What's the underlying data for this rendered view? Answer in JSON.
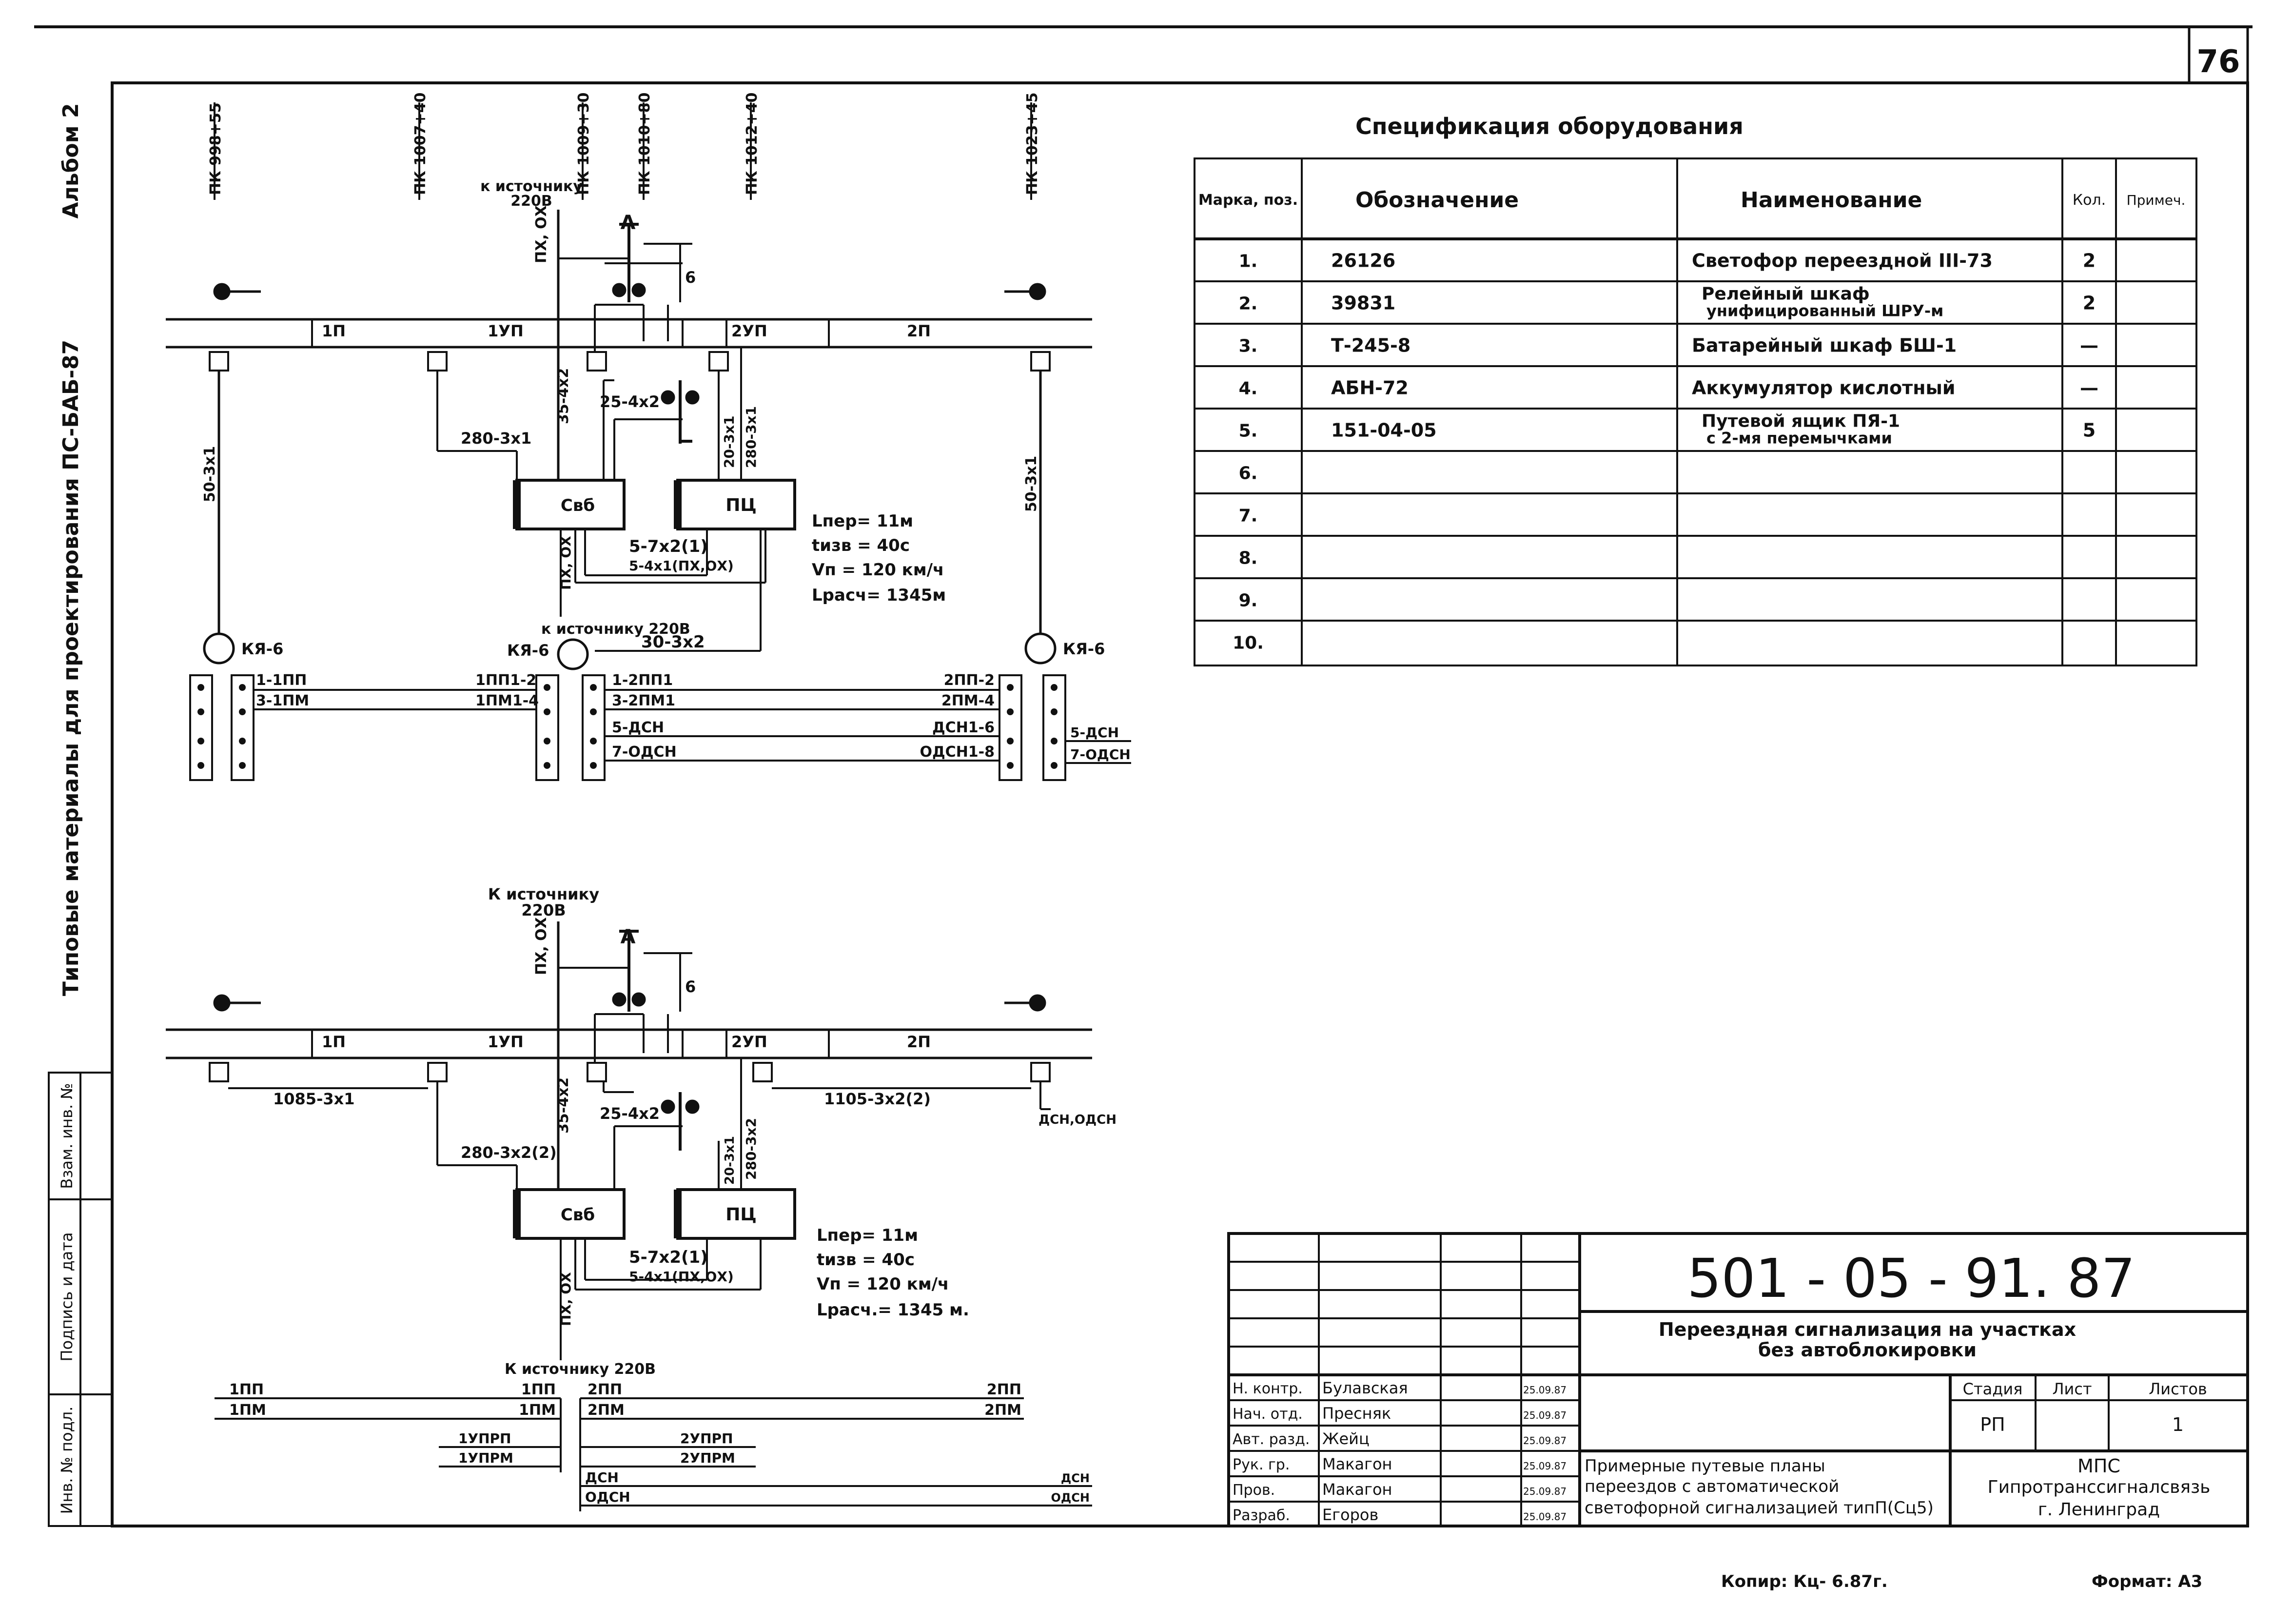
{
  "page_number": "76",
  "side_binding": {
    "album": "Альбом 2",
    "series": "Типовые материалы для проектирования ПС-БАБ-87",
    "stamp_cells": [
      "Взам. инв. №",
      "Подпись и дата",
      "Инв. № подл."
    ]
  },
  "spec": {
    "title": "Спецификация оборудования",
    "headers": [
      "Марка, поз.",
      "Обозначение",
      "Наименование",
      "Кол.",
      "Примеч."
    ],
    "rows": [
      {
        "pos": "1.",
        "code": "26126",
        "name": [
          "Светофор переездной III-73"
        ],
        "qty": "2",
        "note": ""
      },
      {
        "pos": "2.",
        "code": "39831",
        "name": [
          "Релейный шкаф",
          "унифицированный ШРУ-м"
        ],
        "qty": "2",
        "note": ""
      },
      {
        "pos": "3.",
        "code": "Т-245-8",
        "name": [
          "Батарейный шкаф БШ-1"
        ],
        "qty": "—",
        "note": ""
      },
      {
        "pos": "4.",
        "code": "АБН-72",
        "name": [
          "Аккумулятор кислотный"
        ],
        "qty": "—",
        "note": ""
      },
      {
        "pos": "5.",
        "code": "151-04-05",
        "name": [
          "Путевой ящик ПЯ-1",
          "с 2-мя перемычками"
        ],
        "qty": "5",
        "note": ""
      },
      {
        "pos": "6.",
        "code": "",
        "name": [
          ""
        ],
        "qty": "",
        "note": ""
      },
      {
        "pos": "7.",
        "code": "",
        "name": [
          ""
        ],
        "qty": "",
        "note": ""
      },
      {
        "pos": "8.",
        "code": "",
        "name": [
          ""
        ],
        "qty": "",
        "note": ""
      },
      {
        "pos": "9.",
        "code": "",
        "name": [
          ""
        ],
        "qty": "",
        "note": ""
      },
      {
        "pos": "10.",
        "code": "",
        "name": [
          ""
        ],
        "qty": "",
        "note": ""
      }
    ]
  },
  "top": {
    "pickets": [
      "ПК 998+55",
      "ПК 1007+40",
      "ПК 1009+30",
      "ПК 1010+80",
      "ПК 1012+40",
      "ПК 1023+45"
    ],
    "source_label_1": "к источнику",
    "source_label_2": "220В",
    "signal_label": "А",
    "signal_dist": "6",
    "vertical_cable_1": "ПХ, ОХ",
    "vertical_cable_2": "35-4х2",
    "sections": [
      "1П",
      "1УП",
      "2УП",
      "2П"
    ],
    "cable_25_4x2": "25-4х2",
    "cable_20_3x1": "20-3х1",
    "cable_280_3x1v": "280-3х1",
    "cable_280_3x1h": "280-3х1",
    "cable_50_left": "50-3х1",
    "cable_50_right": "50-3х1",
    "box_ssb": "Свб",
    "box_pc": "ПЦ",
    "cable_5_7x2": "5-7х2(1)",
    "cable_5_4x1": "5-4х1(ПХ,ОХ)",
    "cable_px_ox": "ПХ, ОХ",
    "params": [
      "Lпер= 11м",
      "tизв = 40с",
      "Vп = 120 км/ч",
      "Lрасч= 1345м"
    ],
    "source_bottom": "к источнику 220В",
    "cable_30_3x2": "30-3х2",
    "kya_labels": [
      "КЯ-6",
      "КЯ-6",
      "КЯ-6"
    ],
    "wires_left": [
      "1-1ПП",
      "3-1ПМ"
    ],
    "wires_mid_left": [
      "1ПП1-2",
      "1ПМ1-4"
    ],
    "wires_mid_right": [
      "1-2ПП1",
      "3-2ПМ1",
      "5-ДСН",
      "7-ОДСН"
    ],
    "wires_right": [
      "2ПП-2",
      "2ПМ-4",
      "ДСН1-6",
      "ОДСН1-8"
    ],
    "wires_far_right": [
      "5-ДСН",
      "7-ОДСН"
    ]
  },
  "bottom": {
    "source_label_1": "К источнику",
    "source_label_2": "220В",
    "signal_label": "А",
    "signal_dist": "6",
    "vertical_cable_1": "ПХ, ОХ",
    "vertical_cable_2": "35-4х2",
    "sections": [
      "1П",
      "1УП",
      "2УП",
      "2П"
    ],
    "cable_1085": "1085-3х1",
    "cable_1105": "1105-3х2(2)",
    "dsn_label": "ДСН,ОДСН",
    "cable_280_3x2": "280-3х2(2)",
    "cable_280_3x2v": "280-3х2",
    "cable_25_4x2": "25-4х2",
    "cable_20_3x1": "20-3х1",
    "box_ssb": "Свб",
    "box_pc": "ПЦ",
    "cable_5_7x2": "5-7х2(1)",
    "cable_5_4x1": "5-4х1(ПХ,ОХ)",
    "cable_px_ox": "ПХ, ОХ",
    "params": [
      "Lпер= 11м",
      "tизв = 40с",
      "Vп = 120 км/ч",
      "Lрасч.= 1345 м."
    ],
    "source_bottom": "К источнику 220В",
    "rails_left": [
      "1ПП",
      "1ПМ"
    ],
    "rails_left_end": [
      "1ПП",
      "1ПМ"
    ],
    "rails_mid": [
      "1УПРП",
      "1УПРМ"
    ],
    "rails_right_start": [
      "2ПП",
      "2ПМ"
    ],
    "rails_right_end": [
      "2ПП",
      "2ПМ"
    ],
    "rails_2up": [
      "2УПРП",
      "2УПРМ"
    ],
    "rails_dsn": [
      "ДСН",
      "ОДСН"
    ],
    "rails_dsn_end": [
      "ДСН",
      "ОДСН"
    ]
  },
  "title_block": {
    "doc_number": "501 - 05 - 91. 87",
    "title_line1": "Переездная сигнализация на участках",
    "title_line2": "без автоблокировки",
    "staff": [
      {
        "role": "Н. контр.",
        "name": "Булавская",
        "date": "25.09.87"
      },
      {
        "role": "Нач. отд.",
        "name": "Пресняк",
        "date": "25.09.87"
      },
      {
        "role": "Авт. разд.",
        "name": "Жейц",
        "date": "25.09.87"
      },
      {
        "role": "Рук. гр.",
        "name": "Макагон",
        "date": "25.09.87"
      },
      {
        "role": "Пров.",
        "name": "Макагон",
        "date": "25.09.87"
      },
      {
        "role": "Разраб.",
        "name": "Егоров",
        "date": "25.09.87"
      }
    ],
    "stage_headers": [
      "Стадия",
      "Лист",
      "Листов"
    ],
    "stage_values": [
      "РП",
      "",
      "1"
    ],
    "sheet_title": [
      "Примерные путевые планы",
      "переездов с автоматической",
      "светофорной сигнализацией типП(Сц5)"
    ],
    "org": [
      "МПС",
      "Гипротранссигналсвязь",
      "г. Ленинград"
    ]
  },
  "footer": {
    "copied": "Копир: Кц- 6.87г.",
    "format": "Формат: А3"
  }
}
